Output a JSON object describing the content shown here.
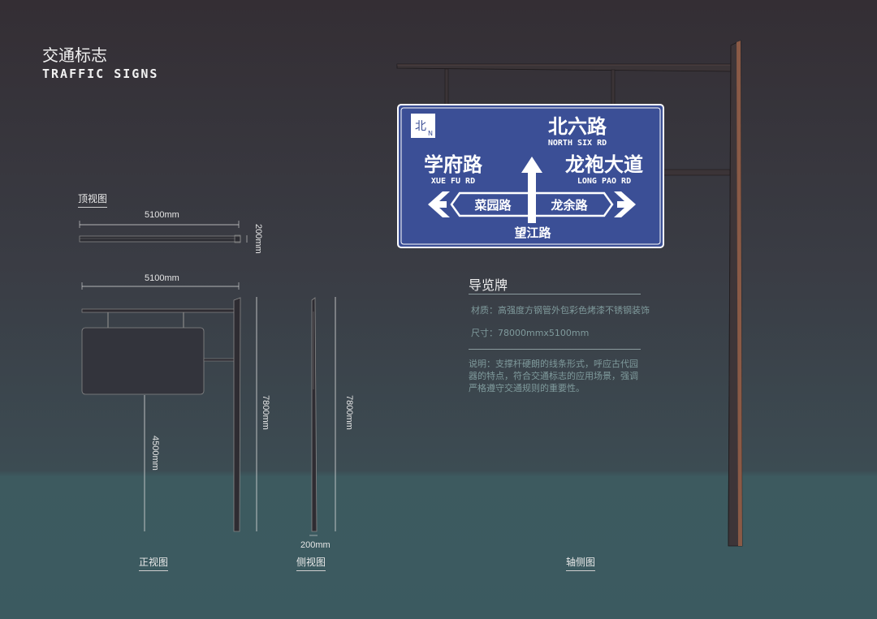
{
  "header": {
    "title_cn": "交通标志",
    "title_en": "TRAFFIC SIGNS"
  },
  "views": {
    "top": "顶视图",
    "front": "正视图",
    "side": "侧视图",
    "axonometric": "轴侧图"
  },
  "dimensions": {
    "width_top": "5100mm",
    "depth_top": "200mm",
    "width_front": "5100mm",
    "height_front": "7800mm",
    "sign_height": "4500mm",
    "height_side": "7800mm",
    "depth_side": "200mm"
  },
  "sign": {
    "north_badge": "北",
    "north_sub": "N",
    "north_road_cn": "北六路",
    "north_road_en": "NORTH SIX RD",
    "left_road_cn": "学府路",
    "left_road_en": "XUE FU RD",
    "right_road_cn": "龙袍大道",
    "right_road_en": "LONG PAO RD",
    "cross_left": "菜园路",
    "cross_right": "龙余路",
    "bottom_road": "望江路"
  },
  "info": {
    "title": "导览牌",
    "material": "材质：高强度方钢管外包彩色烤漆不锈钢装饰",
    "size": "尺寸：78000mmx5100mm",
    "desc1": "说明：支撑杆硬朗的线条形式，呼应古代园",
    "desc2": "器的特点，符合交通标志的应用场景，强调",
    "desc3": "严格遵守交通规则的重要性。"
  },
  "colors": {
    "sign_blue": "#3b4f96",
    "sign_white": "#ffffff",
    "pole": "#3a3436"
  }
}
